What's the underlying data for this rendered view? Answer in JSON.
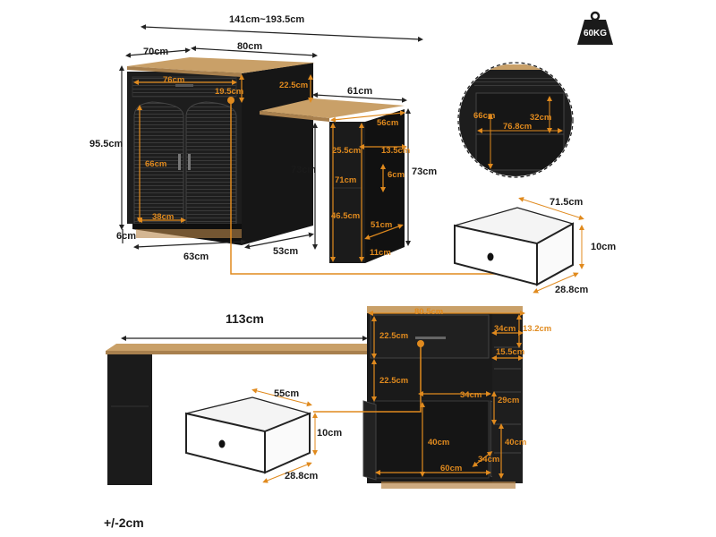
{
  "weight_badge": {
    "text": "60KG",
    "icon": "weight-icon"
  },
  "top_diagram": {
    "overall_width": "141cm~193.5cm",
    "cabinet_depth": "70cm",
    "cabinet_width": "80cm",
    "drawer_width": "76cm",
    "drawer_front_height": "19.5cm",
    "top_overhang": "22.5cm",
    "table_length": "61cm",
    "table_depth": "56cm",
    "total_height": "95.5cm",
    "door_height": "66cm",
    "door_width": "38cm",
    "base_height": "6cm",
    "base_width": "63cm",
    "base_depth": "53cm",
    "table_height_inner": "73cm",
    "table_height_outer": "73cm",
    "shelf_gap_top": "25.5cm",
    "shelf_depth_small": "13.5cm",
    "leg_inner_height": "71cm",
    "shelf_gap_small": "6cm",
    "shelf_gap_bottom": "46.5cm",
    "leg_depth": "51cm",
    "leg_width": "11cm"
  },
  "inset_detail": {
    "shelf_depth": "66cm",
    "inner_width": "76.8cm",
    "shelf_height": "32cm"
  },
  "drawer_top": {
    "width": "71.5cm",
    "height": "10cm",
    "depth": "28.8cm"
  },
  "bottom_diagram": {
    "extended_length": "113cm",
    "top_width": "80.5cm",
    "drawer_height": "22.5cm",
    "inner_gap": "22.5cm",
    "side_slot_width": "34cm",
    "side_slot_height": "13.2cm",
    "side_shelf_gap": "15.5cm",
    "inner_shelf_width": "34cm",
    "side_gap_mid": "29cm",
    "door_height": "40cm",
    "side_height": "40cm",
    "inner_width": "60cm",
    "shelf_depth": "34cm"
  },
  "drawer_bottom": {
    "width": "55cm",
    "height": "10cm",
    "depth": "28.8cm"
  },
  "tolerance": "+/-2cm",
  "colors": {
    "accent": "#e08a1e",
    "wood": "#c9a068",
    "cabinet": "#1f1f1f",
    "line": "#222222"
  }
}
